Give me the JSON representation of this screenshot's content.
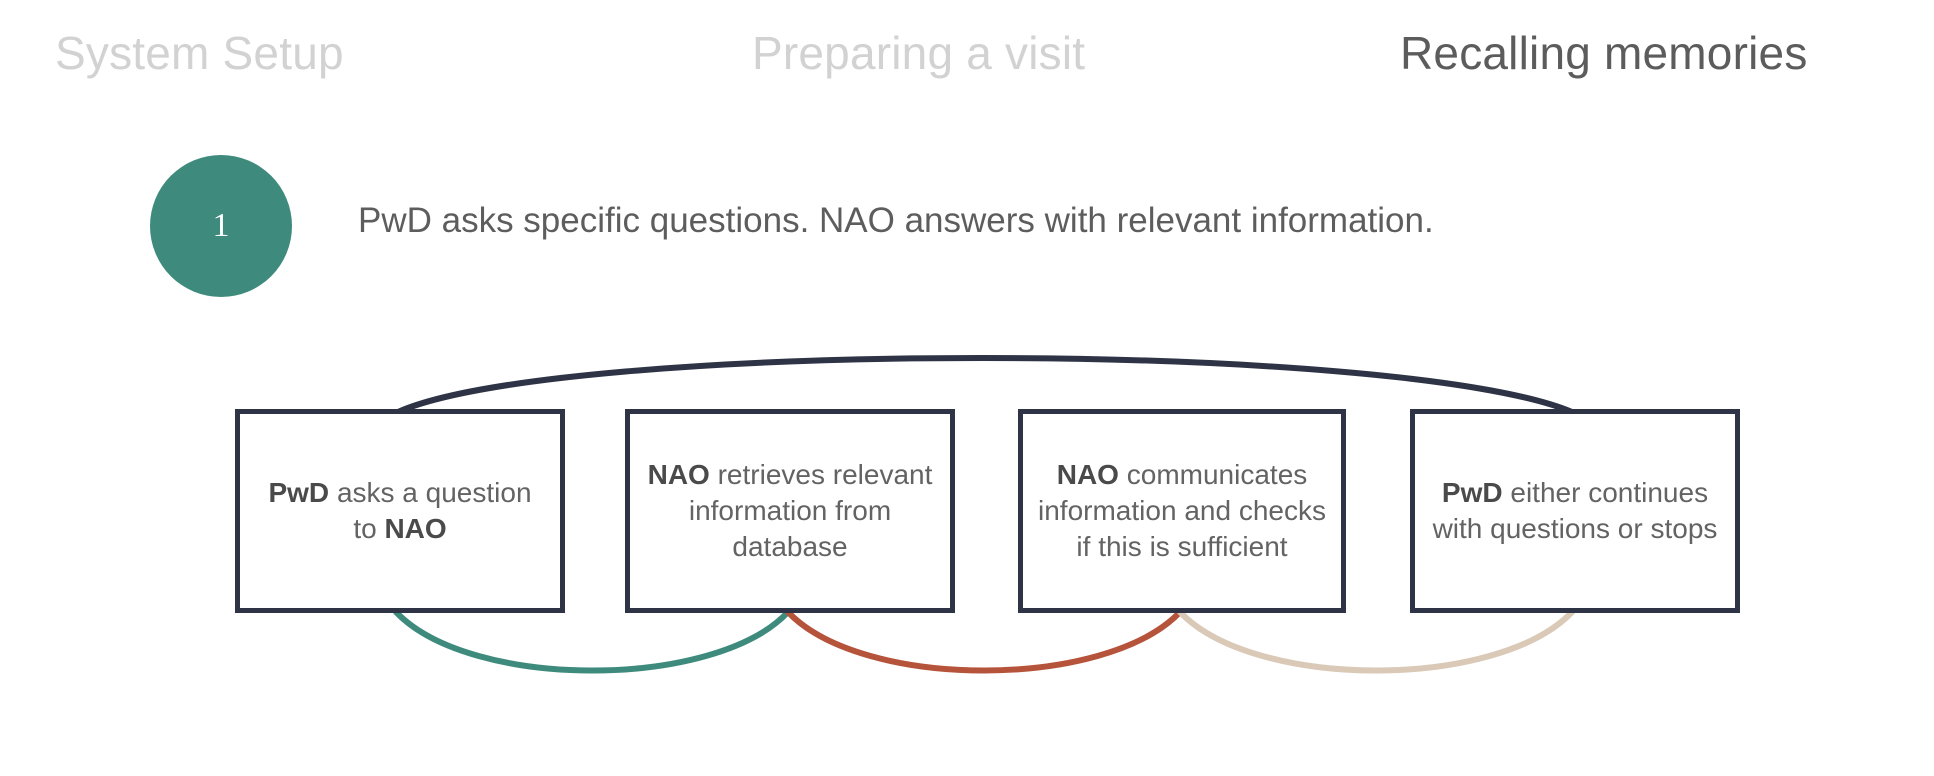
{
  "phases": [
    {
      "label": "System Setup",
      "state": "inactive"
    },
    {
      "label": "Preparing a visit",
      "state": "inactive"
    },
    {
      "label": "Recalling memories",
      "state": "active"
    }
  ],
  "step": {
    "number": "1",
    "description": "PwD asks specific questions. NAO answers with relevant information.",
    "badge_color": "#3e8b7d",
    "badge_text_color": "#ffffff"
  },
  "flow": {
    "boxes": [
      {
        "id": "pwd-asks-question",
        "lines": [
          {
            "bold": "PwD",
            "rest": " asks a question"
          },
          {
            "bold": "",
            "rest": "to ",
            "bold_after": "NAO"
          }
        ],
        "text_plain": "PwD asks a question to NAO"
      },
      {
        "id": "nao-retrieves-information",
        "text_plain": "NAO retrieves relevant information from database"
      },
      {
        "id": "nao-communicates-information",
        "text_plain": "NAO communicates information and checks if this is sufficient"
      },
      {
        "id": "pwd-continues-or-stops",
        "text_plain": "PwD either continues with questions or stops"
      }
    ],
    "colors": {
      "box_border": "#2e3446",
      "box_fill": "#ffffff",
      "text": "#636363",
      "loop_arc": "#2e3446",
      "connector_1": "#3e8b7d",
      "connector_2": "#b5543a",
      "connector_3": "#d9c9b6"
    }
  }
}
